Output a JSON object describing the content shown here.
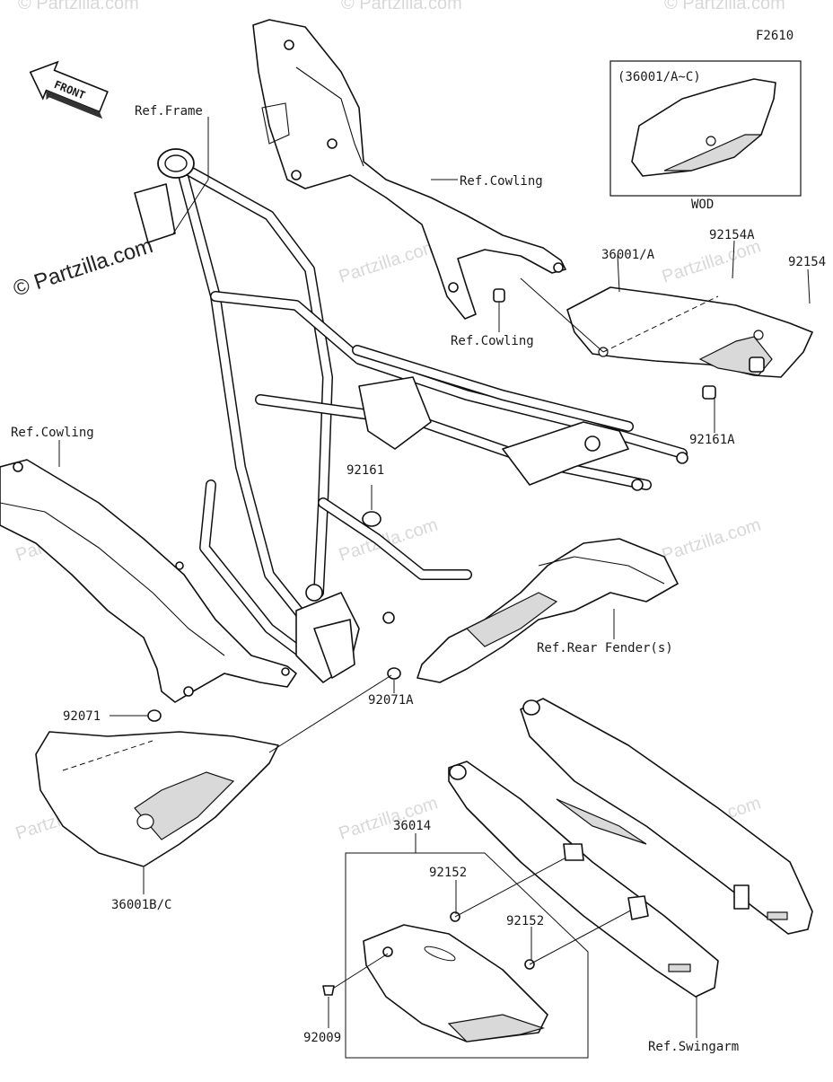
{
  "diagram_code": "F2610",
  "watermark": {
    "main": "Partzilla.com",
    "repeat": "Partzilla.com",
    "symbol": "©"
  },
  "front_arrow_label": "FRONT",
  "inset": {
    "title": "(36001/A~C)",
    "caption": "WOD"
  },
  "labels": {
    "ref_frame": "Ref.Frame",
    "ref_cowling_top": "Ref.Cowling",
    "ref_cowling_mid": "Ref.Cowling",
    "ref_cowling_left": "Ref.Cowling",
    "ref_rear_fender": "Ref.Rear Fender(s)",
    "ref_swingarm": "Ref.Swingarm",
    "p36001A": "36001/A",
    "p92154A": "92154A",
    "p92154": "92154",
    "p92161A": "92161A",
    "p92161": "92161",
    "p92071": "92071",
    "p92071A": "92071A",
    "p36001BC": "36001B/C",
    "p36014": "36014",
    "p92152a": "92152",
    "p92152b": "92152",
    "p92009": "92009"
  }
}
